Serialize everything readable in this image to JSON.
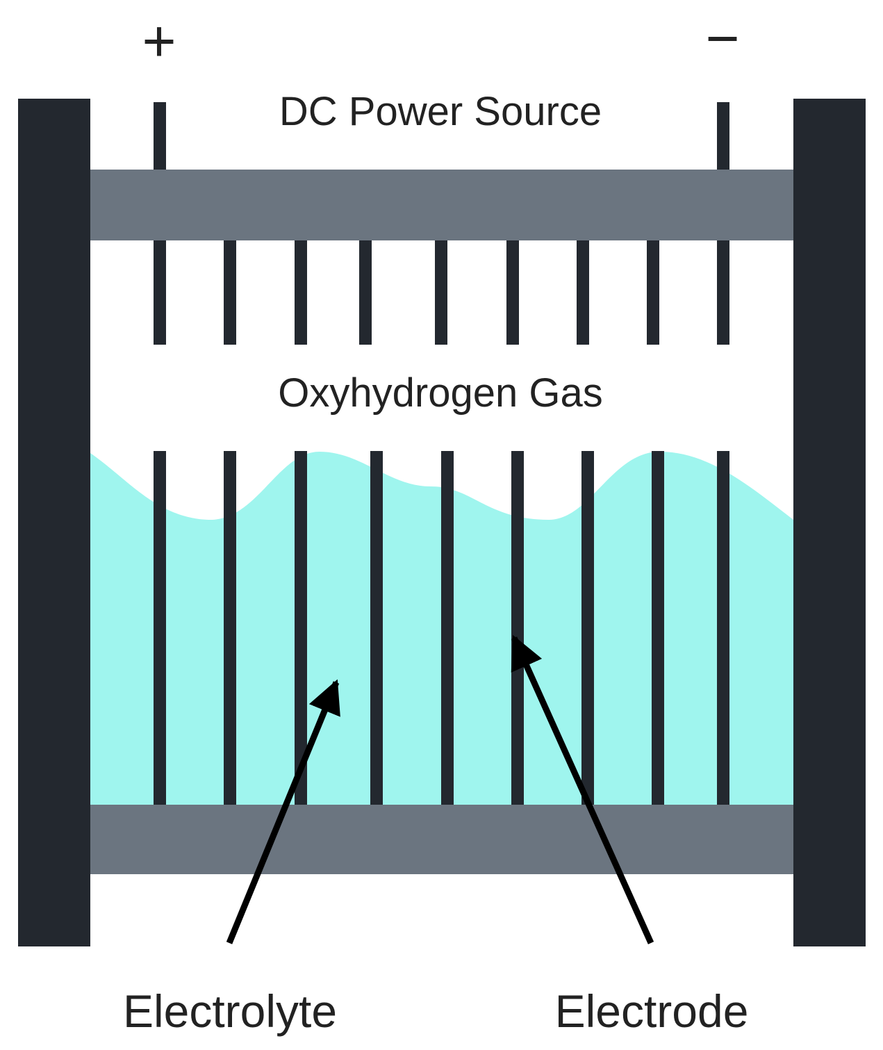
{
  "diagram": {
    "terminal_positive": "+",
    "terminal_negative": "−",
    "power_label": "DC Power Source",
    "gas_label": "Oxyhydrogen Gas",
    "electrolyte_label": "Electrolyte",
    "electrode_label": "Electrode"
  },
  "colors": {
    "frame": "#23282f",
    "bar": "#6b7580",
    "electrolyte": "#9ff5ee",
    "arrow": "#000000",
    "background": "#ffffff"
  }
}
